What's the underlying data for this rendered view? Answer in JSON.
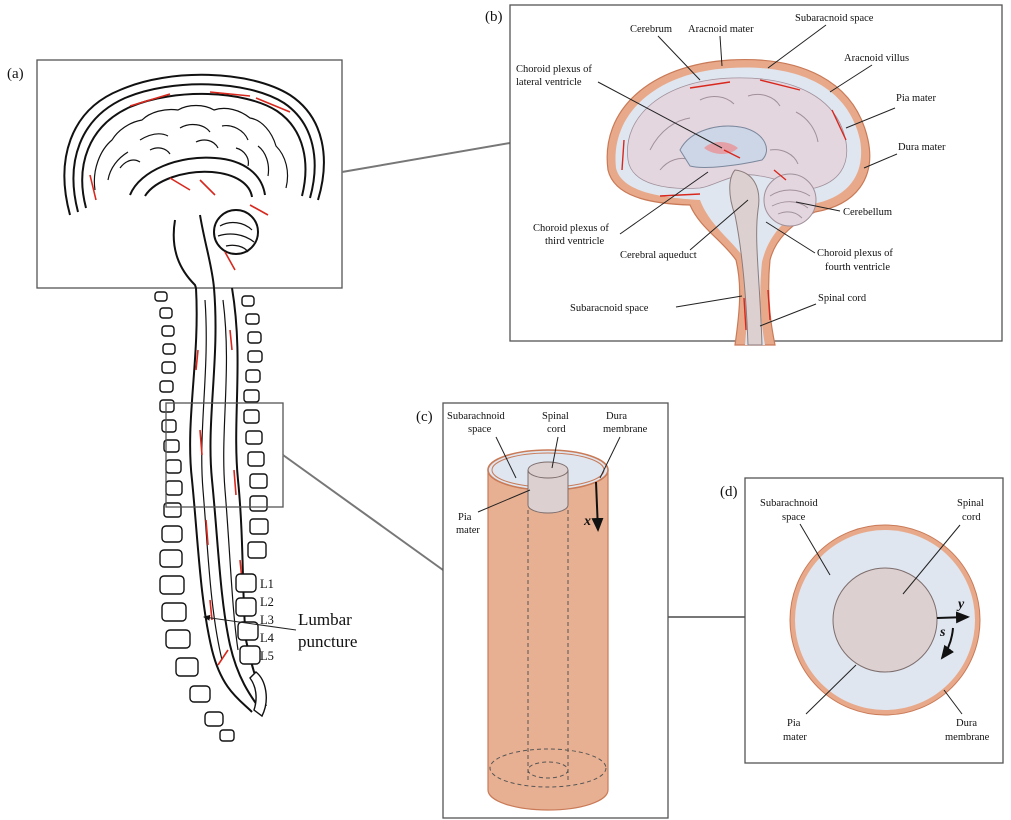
{
  "panels": {
    "a": "(a)",
    "b": "(b)",
    "c": "(c)",
    "d": "(d)"
  },
  "panel_a": {
    "vertebra_labels": [
      "L1",
      "L2",
      "L3",
      "L4",
      "L5"
    ],
    "lumbar_line1": "Lumbar",
    "lumbar_line2": "puncture"
  },
  "panel_b": {
    "cerebrum": "Cerebrum",
    "arachnoid_mater": "Aracnoid mater",
    "subarachnoid_space_top": "Subaracnoid space",
    "arachnoid_villus": "Aracnoid villus",
    "choroid_lateral_1": "Choroid plexus of",
    "choroid_lateral_2": "lateral ventricle",
    "pia_mater": "Pia mater",
    "dura_mater": "Dura mater",
    "cerebellum": "Cerebellum",
    "choroid_third_1": "Choroid plexus of",
    "choroid_third_2": "third ventricle",
    "cerebral_aqueduct": "Cerebral aqueduct",
    "choroid_fourth_1": "Choroid plexus of",
    "choroid_fourth_2": "fourth ventricle",
    "subarachnoid_space_bottom": "Subaracnoid space",
    "spinal_cord": "Spinal cord"
  },
  "panel_c": {
    "subarachnoid_1": "Subarachnoid",
    "subarachnoid_2": "space",
    "spinal_1": "Spinal",
    "spinal_2": "cord",
    "dura_1": "Dura",
    "dura_2": "membrane",
    "pia_1": "Pia",
    "pia_2": "mater",
    "axis_x": "x"
  },
  "panel_d": {
    "subarachnoid_1": "Subarachnoid",
    "subarachnoid_2": "space",
    "spinal_1": "Spinal",
    "spinal_2": "cord",
    "pia_1": "Pia",
    "pia_2": "mater",
    "dura_1": "Dura",
    "dura_2": "membrane",
    "axis_y": "y",
    "axis_s": "s"
  },
  "colors": {
    "dura_orange": "#e8a98a",
    "dura_edge": "#c97a57",
    "csf_blue": "#dfe6f0",
    "cord_pink": "#ddd0d0",
    "brain_pink": "#e4d6df",
    "flow_red": "#d8281e"
  }
}
